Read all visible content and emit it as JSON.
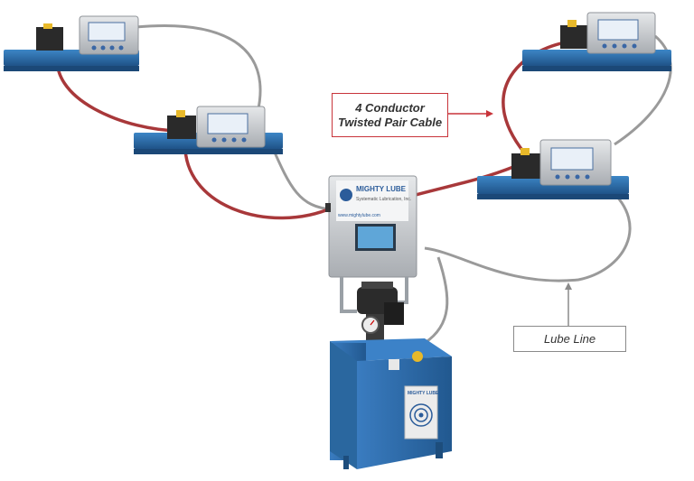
{
  "callouts": {
    "cable": {
      "line1": "4 Conductor",
      "line2": "Twisted Pair Cable",
      "color": "#c8343a"
    },
    "lube_line": {
      "label": "Lube Line",
      "color": "#8a8a8a"
    }
  },
  "controller": {
    "brand": "MIGHTY LUBE",
    "subtitle": "Systematic Lubrication, Inc.",
    "url": "www.mightylube.com"
  },
  "pump_tank": {
    "brand": "MIGHTY LUBE"
  },
  "colors": {
    "cable": "#a8383a",
    "lube_line": "#9a9a9a",
    "rail": "#2d6fa8",
    "tank": "#2f6eb0",
    "enclosure": "#d8dadd"
  },
  "icons": [
    "conveyor-rail",
    "lube-module",
    "controller-cabinet",
    "pump",
    "pressure-gauge",
    "tank"
  ]
}
